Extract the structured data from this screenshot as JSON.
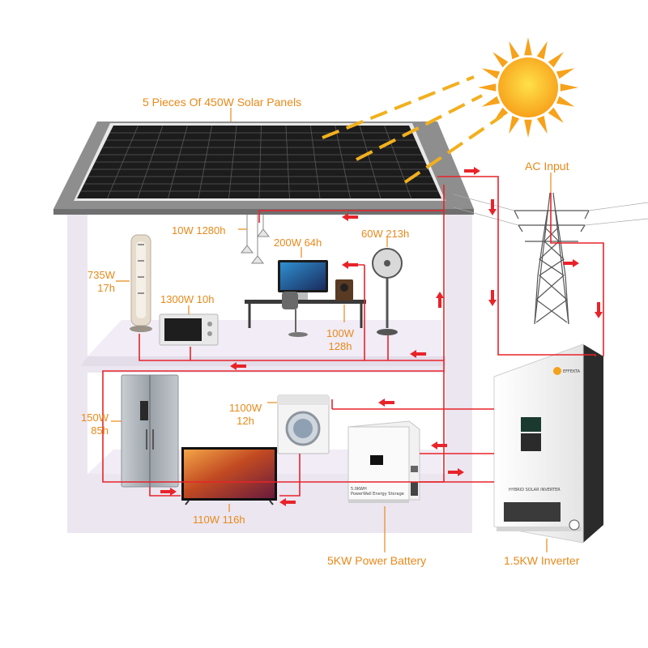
{
  "labels": {
    "solar_panels": "5 Pieces Of 450W Solar Panels",
    "ac_input": "AC Input",
    "lights": "10W 1280h",
    "computer": "200W 64h",
    "fan": "60W 213h",
    "tower_fan_w": "735W",
    "tower_fan_h": "17h",
    "microwave": "1300W 10h",
    "speaker_w": "100W",
    "speaker_h": "128h",
    "washer_w": "1100W",
    "washer_h": "12h",
    "fridge_w": "150W",
    "fridge_h": "85h",
    "tv": "110W 116h",
    "battery": "5KW Power Battery",
    "inverter": "1.5KW Inverter"
  },
  "device_text": {
    "battery_title": "5.0KWH",
    "battery_sub": "PowerWall Energy Storage",
    "inverter_brand": "EFFEKTA",
    "inverter_sub": "HYBRID SOLAR INVERTER"
  },
  "colors": {
    "label": "#e8891a",
    "wire": "#e8232a",
    "house_wall": "#e9e3ef",
    "roof": "#8e8e8e",
    "sun": "#f7a21b"
  }
}
